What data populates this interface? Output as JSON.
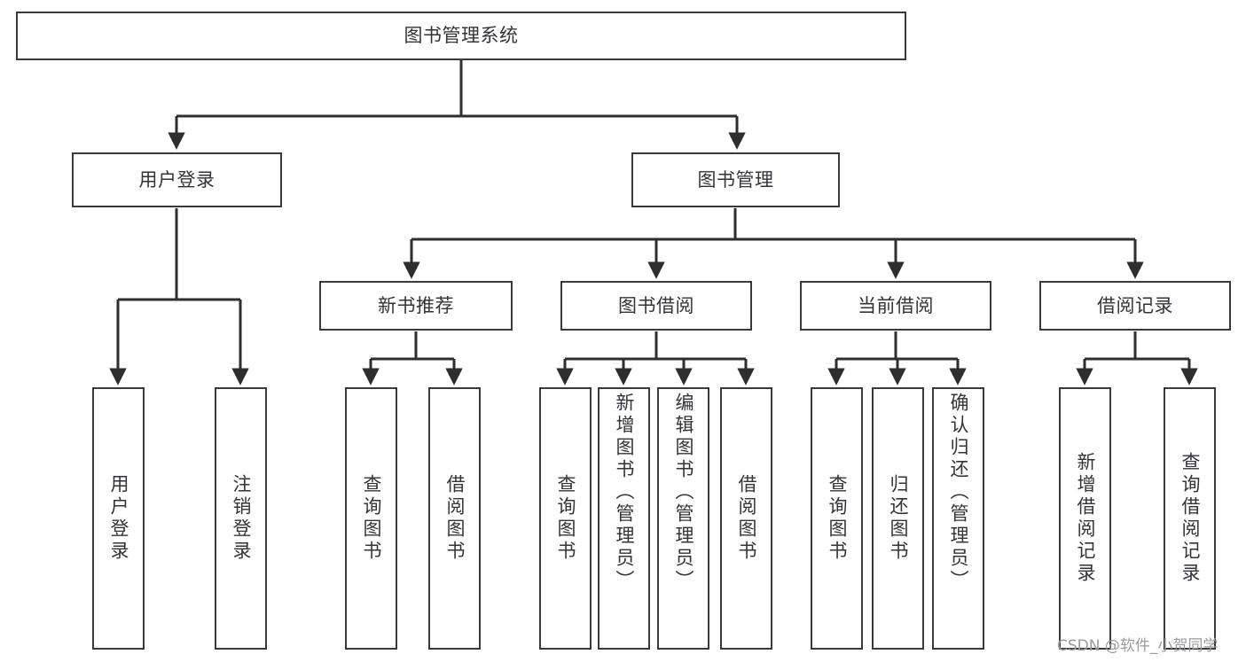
{
  "diagram": {
    "type": "tree",
    "title": "图书管理系统",
    "root": {
      "label": "图书管理系统"
    },
    "level2": [
      {
        "label": "用户登录"
      },
      {
        "label": "图书管理"
      }
    ],
    "level3": [
      {
        "label": "新书推荐"
      },
      {
        "label": "图书借阅"
      },
      {
        "label": "当前借阅"
      },
      {
        "label": "借阅记录"
      }
    ],
    "leaves": {
      "user_login": [
        {
          "label": "用户登录"
        },
        {
          "label": "注销登录"
        }
      ],
      "new_book_recommend": [
        {
          "label": "查询图书"
        },
        {
          "label": "借阅图书"
        }
      ],
      "book_borrow": [
        {
          "label": "查询图书"
        },
        {
          "label": "新增图书（管理员）"
        },
        {
          "label": "编辑图书（管理员）"
        },
        {
          "label": "借阅图书"
        }
      ],
      "current_borrow": [
        {
          "label": "查询图书"
        },
        {
          "label": "归还图书"
        },
        {
          "label": "确认归还（管理员）"
        }
      ],
      "borrow_record": [
        {
          "label": "新增借阅记录"
        },
        {
          "label": "查询借阅记录"
        }
      ]
    }
  },
  "watermark": {
    "text": "CSDN @软件_小贺同学"
  },
  "colors": {
    "background": "#ffffff",
    "box_border": "#3a3a3a",
    "text": "#33333a",
    "connector": "#2e2e2e",
    "watermark": "#9a9aa0"
  }
}
